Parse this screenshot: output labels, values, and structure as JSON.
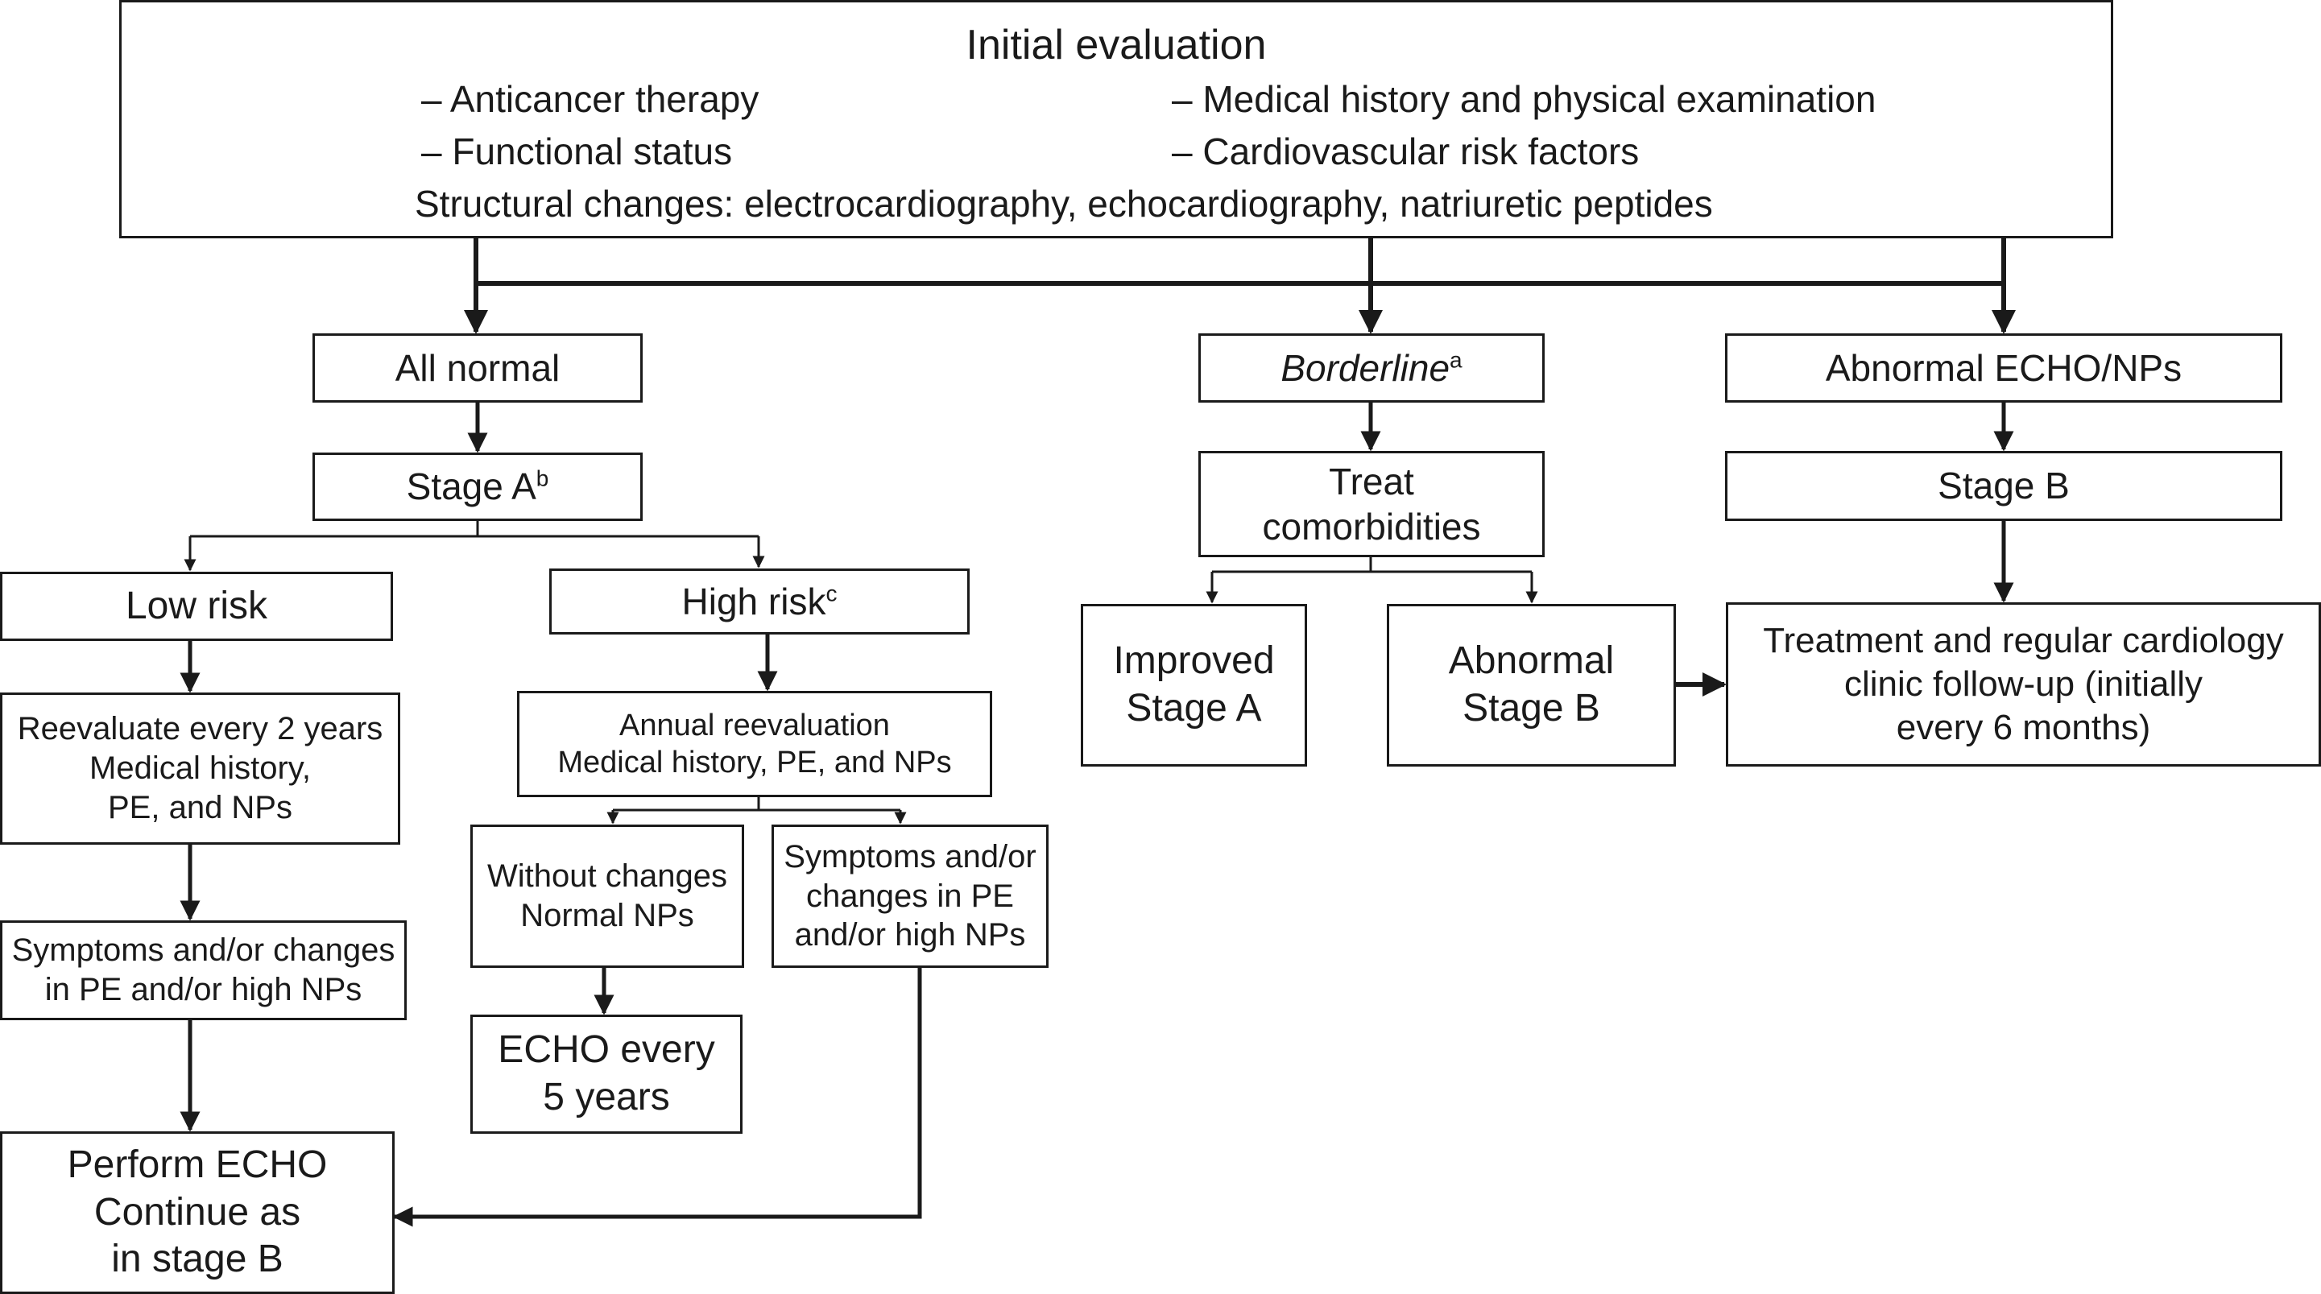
{
  "initial": {
    "title": "Initial evaluation",
    "left_items": [
      "– Anticancer therapy",
      "– Functional status"
    ],
    "right_items": [
      "– Medical history and physical examination",
      "– Cardiovascular risk factors"
    ],
    "structural": "Structural changes: electrocardiography, echocardiography, natriuretic peptides"
  },
  "all_normal": "All normal",
  "stage_a": {
    "label": "Stage A",
    "sup": "b"
  },
  "low_risk": "Low risk",
  "high_risk": {
    "label": "High risk",
    "sup": "c"
  },
  "reevaluate": [
    "Reevaluate every 2 years",
    "Medical history,",
    "PE, and NPs"
  ],
  "symptoms_low": [
    "Symptoms and/or changes",
    "in PE and/or high NPs"
  ],
  "perform_echo": [
    "Perform ECHO",
    "Continue as",
    "in stage B"
  ],
  "annual": [
    "Annual reevaluation",
    "Medical history, PE, and NPs"
  ],
  "without_changes": [
    "Without changes",
    "Normal NPs"
  ],
  "symptoms_high": [
    "Symptoms and/or",
    "changes in PE",
    "and/or high NPs"
  ],
  "echo_5": [
    "ECHO every",
    "5 years"
  ],
  "borderline": {
    "label": "Borderline",
    "sup": "a"
  },
  "treat": [
    "Treat",
    "comorbidities"
  ],
  "improved": [
    "Improved",
    "Stage A"
  ],
  "abnormal_b": [
    "Abnormal",
    "Stage B"
  ],
  "abnormal_echo": "Abnormal ECHO/NPs",
  "stage_b": "Stage B",
  "treatment": [
    "Treatment and regular cardiology",
    "clinic follow-up (initially",
    "every 6 months)"
  ]
}
